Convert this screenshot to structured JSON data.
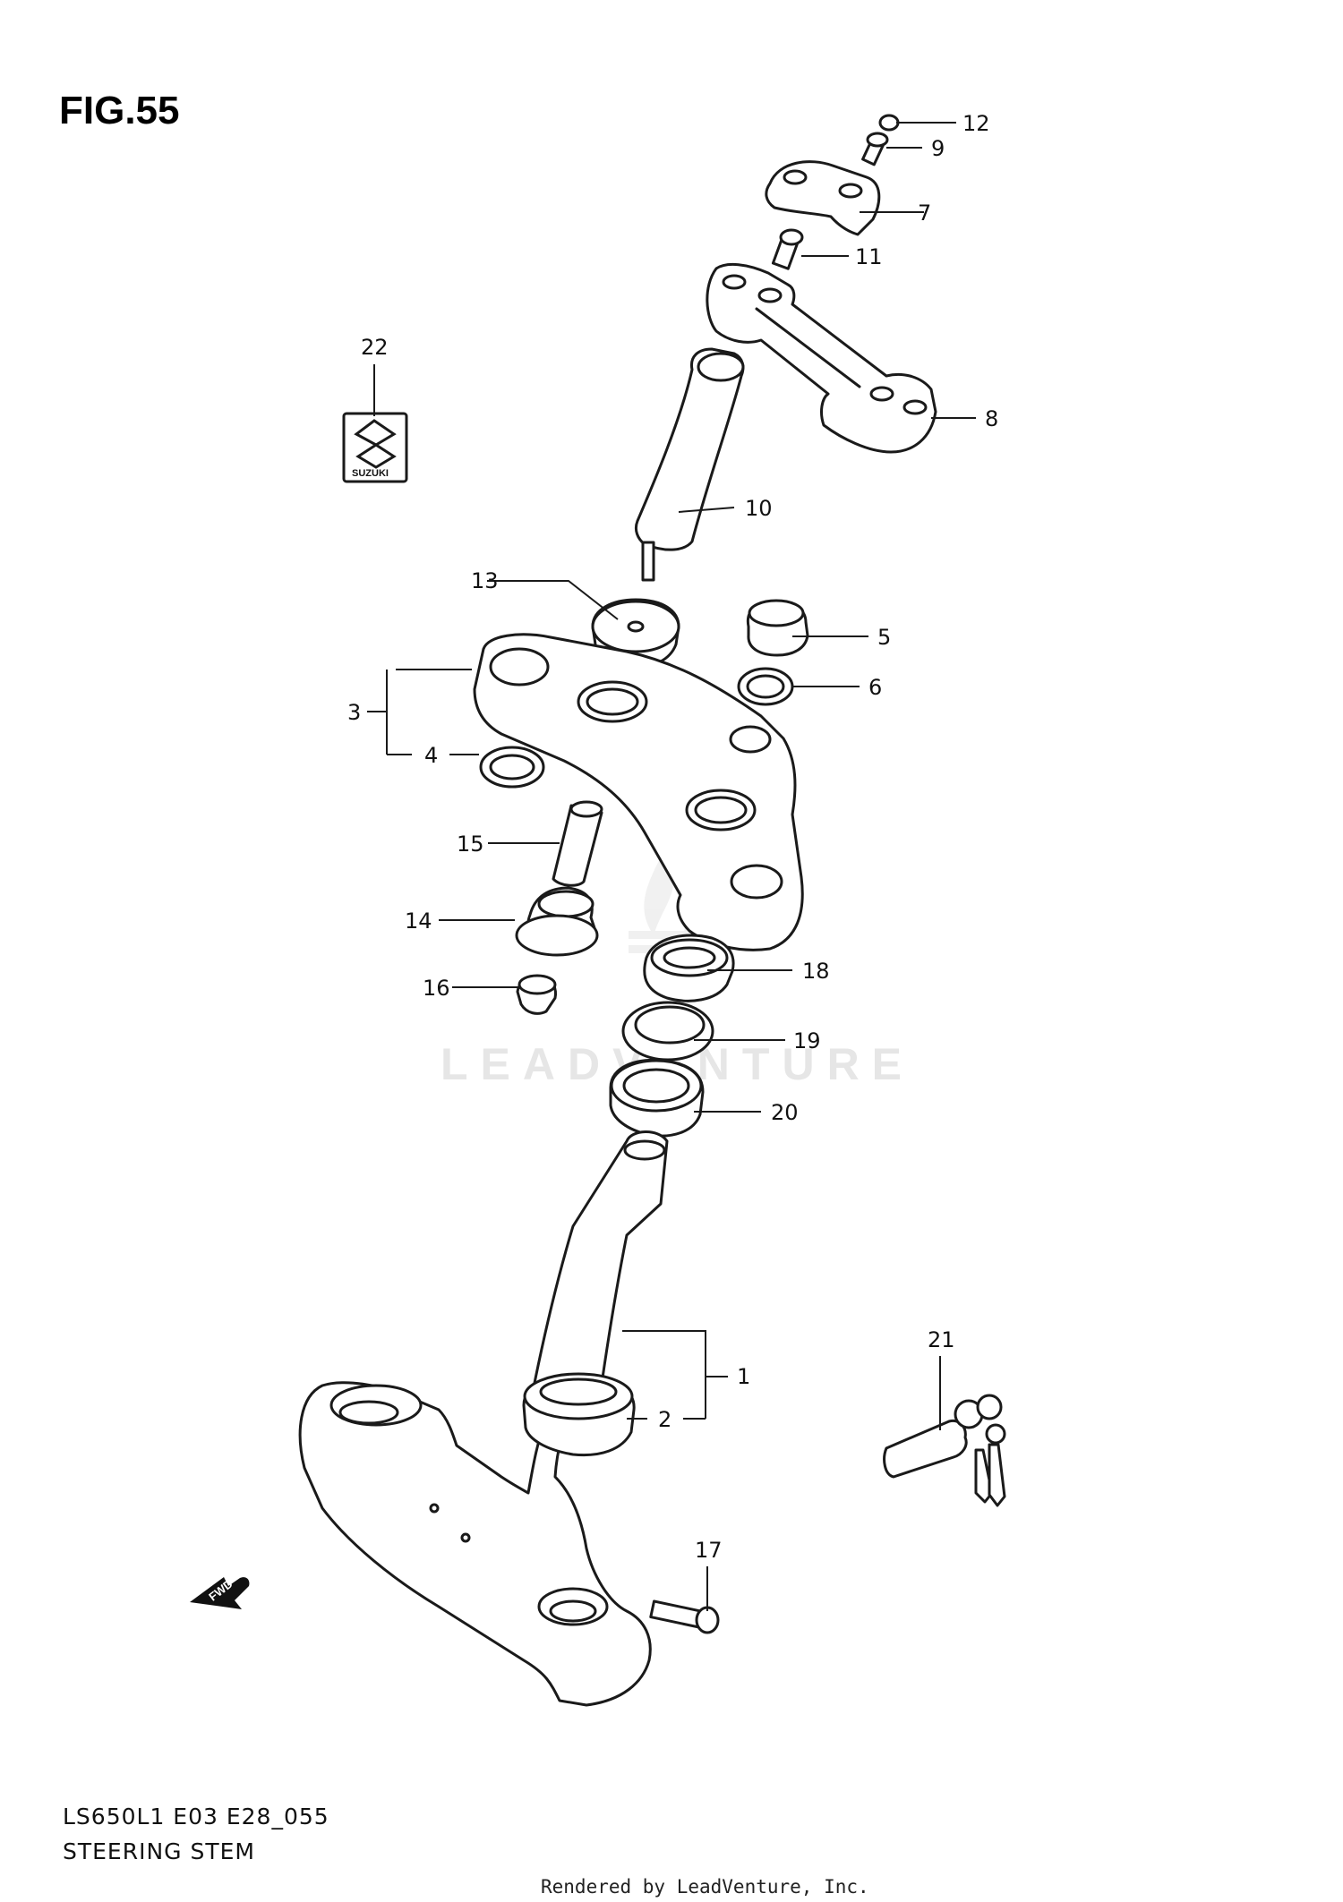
{
  "figure": {
    "title": "FIG.55"
  },
  "watermark": {
    "text": "LEADVENTURE"
  },
  "model_code": "LS650L1 E03 E28_055",
  "section_name": "STEERING STEM",
  "footer": "Rendered by LeadVenture, Inc.",
  "fwd_label": "FWD",
  "logo_text": "SUZUKI",
  "callouts": {
    "c1": "1",
    "c2": "2",
    "c3": "3",
    "c4": "4",
    "c5": "5",
    "c6": "6",
    "c7": "7",
    "c8": "8",
    "c9": "9",
    "c10": "10",
    "c11": "11",
    "c12": "12",
    "c13": "13",
    "c14": "14",
    "c15": "15",
    "c16": "16",
    "c17": "17",
    "c18": "18",
    "c19": "19",
    "c20": "20",
    "c21": "21",
    "c22": "22"
  }
}
